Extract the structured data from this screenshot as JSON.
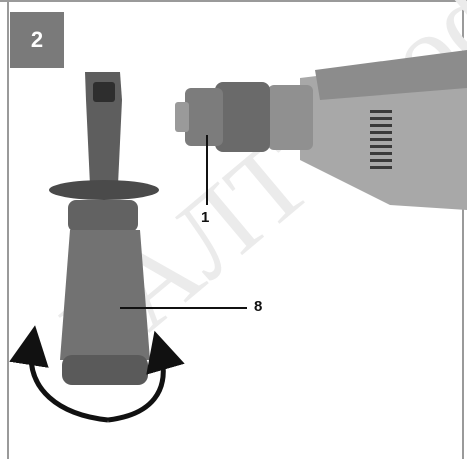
{
  "figure": {
    "number": "2",
    "watermark_text": "БАЛТ профе",
    "callouts": [
      {
        "label": "1",
        "part": "drill-chuck"
      },
      {
        "label": "8",
        "part": "auxiliary-handle"
      }
    ]
  },
  "colors": {
    "badge": "#7a7a7a",
    "drill_body": "#9a9a9a",
    "chuck": "#666666",
    "handle": "#6e6e6e",
    "arrows": "#111111",
    "watermark": "#ebebeb"
  },
  "icons": [
    "rotate-left-arrow-icon",
    "rotate-right-arrow-icon"
  ]
}
